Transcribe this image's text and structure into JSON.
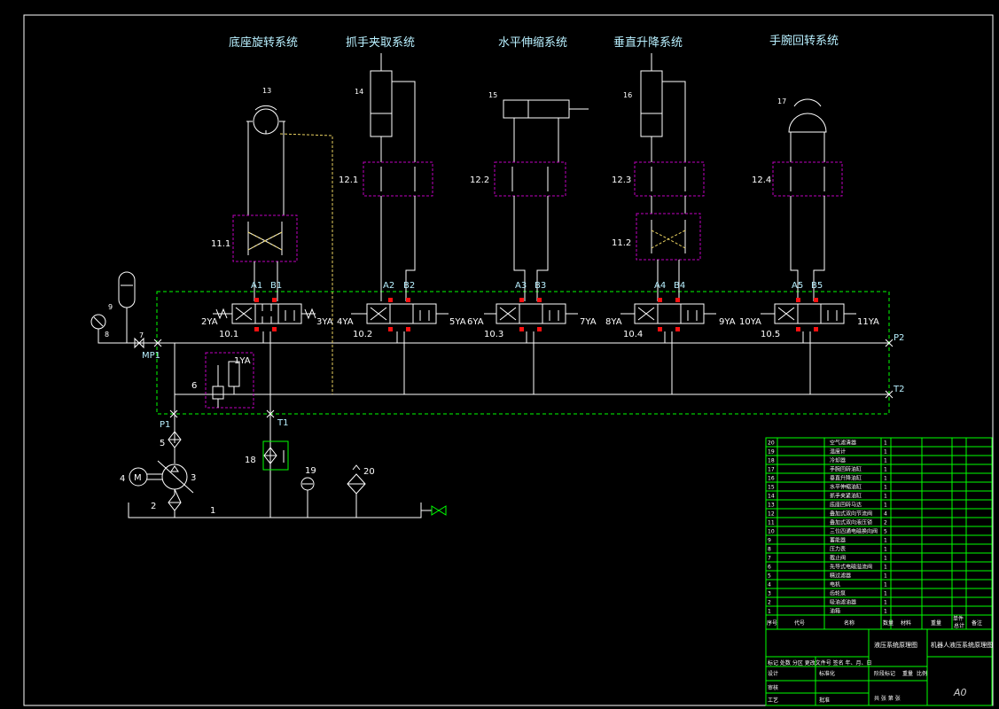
{
  "subsystems": [
    {
      "title": "底座旋转系统",
      "actuator_no": "13",
      "lock_no": "11.1",
      "block_no": "",
      "valve_no": "10.1",
      "port_a": "A1",
      "port_b": "B1",
      "left_ya": "2YA",
      "right_ya": "3YA"
    },
    {
      "title": "抓手夹取系统",
      "actuator_no": "14",
      "lock_no": "",
      "block_no": "12.1",
      "valve_no": "10.2",
      "port_a": "A2",
      "port_b": "B2",
      "left_ya": "4YA",
      "right_ya": "5YA"
    },
    {
      "title": "水平伸缩系统",
      "actuator_no": "15",
      "lock_no": "",
      "block_no": "12.2",
      "valve_no": "10.3",
      "port_a": "A3",
      "port_b": "B3",
      "left_ya": "6YA",
      "right_ya": "7YA"
    },
    {
      "title": "垂直升降系统",
      "actuator_no": "16",
      "lock_no": "11.2",
      "block_no": "12.3",
      "valve_no": "10.4",
      "port_a": "A4",
      "port_b": "B4",
      "left_ya": "8YA",
      "right_ya": "9YA"
    },
    {
      "title": "手腕回转系统",
      "actuator_no": "17",
      "lock_no": "",
      "block_no": "12.4",
      "valve_no": "10.5",
      "port_a": "A5",
      "port_b": "B5",
      "left_ya": "10YA",
      "right_ya": "11YA"
    }
  ],
  "pressure_line_label": "P2",
  "tank_line_label": "T2",
  "misc_labels": {
    "accumulator": "9",
    "gauge": "8",
    "cock": "7",
    "mp": "MP1",
    "p1": "P1",
    "t1": "T1",
    "relief": "6",
    "relief_ya": "1YA",
    "filter": "5",
    "pump": "3",
    "motor": "4",
    "motor_symbol": "M",
    "suction_filter": "2",
    "tank": "1",
    "cooler": "18",
    "thermometer": "19",
    "air_filter": "20"
  },
  "parts_list": [
    {
      "no": "20",
      "name": "空气滤清器",
      "qty": "1"
    },
    {
      "no": "19",
      "name": "温度计",
      "qty": "1"
    },
    {
      "no": "18",
      "name": "冷却器",
      "qty": "1"
    },
    {
      "no": "17",
      "name": "手腕回转油缸",
      "qty": "1"
    },
    {
      "no": "16",
      "name": "垂直升降油缸",
      "qty": "1"
    },
    {
      "no": "15",
      "name": "水平伸缩油缸",
      "qty": "1"
    },
    {
      "no": "14",
      "name": "抓手夹紧油缸",
      "qty": "1"
    },
    {
      "no": "13",
      "name": "底座回转马达",
      "qty": "1"
    },
    {
      "no": "12",
      "name": "叠加式双向节流阀",
      "qty": "4"
    },
    {
      "no": "11",
      "name": "叠加式双向液压锁",
      "qty": "2"
    },
    {
      "no": "10",
      "name": "三位四通电磁换向阀",
      "qty": "5"
    },
    {
      "no": "9",
      "name": "蓄能器",
      "qty": "1"
    },
    {
      "no": "8",
      "name": "压力表",
      "qty": "1"
    },
    {
      "no": "7",
      "name": "截止阀",
      "qty": "1"
    },
    {
      "no": "6",
      "name": "先导式电磁溢流阀",
      "qty": "1"
    },
    {
      "no": "5",
      "name": "精过滤器",
      "qty": "1"
    },
    {
      "no": "4",
      "name": "电机",
      "qty": "1"
    },
    {
      "no": "3",
      "name": "齿轮泵",
      "qty": "1"
    },
    {
      "no": "2",
      "name": "吸油滤油器",
      "qty": "1"
    },
    {
      "no": "1",
      "name": "油箱",
      "qty": "1"
    }
  ],
  "parts_header": {
    "seq": "序号",
    "code": "代号",
    "name": "名称",
    "qty": "数量",
    "material": "材料",
    "single": "单件",
    "total": "总计",
    "weight": "重量",
    "note": "备注"
  },
  "title_block": {
    "drawing_name": "液压系统原理图",
    "project": "机器人液压系统原理图",
    "mark_row": "标记 处数 分区 更改文件号 签名 年、月、日",
    "design": "设计",
    "standard": "标准化",
    "stage_mark": "阶段标记",
    "weight": "重量",
    "scale": "比例",
    "review": "审核",
    "process": "工艺",
    "approve": "批准",
    "sheet_info": "共 张 第 张",
    "sheet_size": "A0"
  }
}
